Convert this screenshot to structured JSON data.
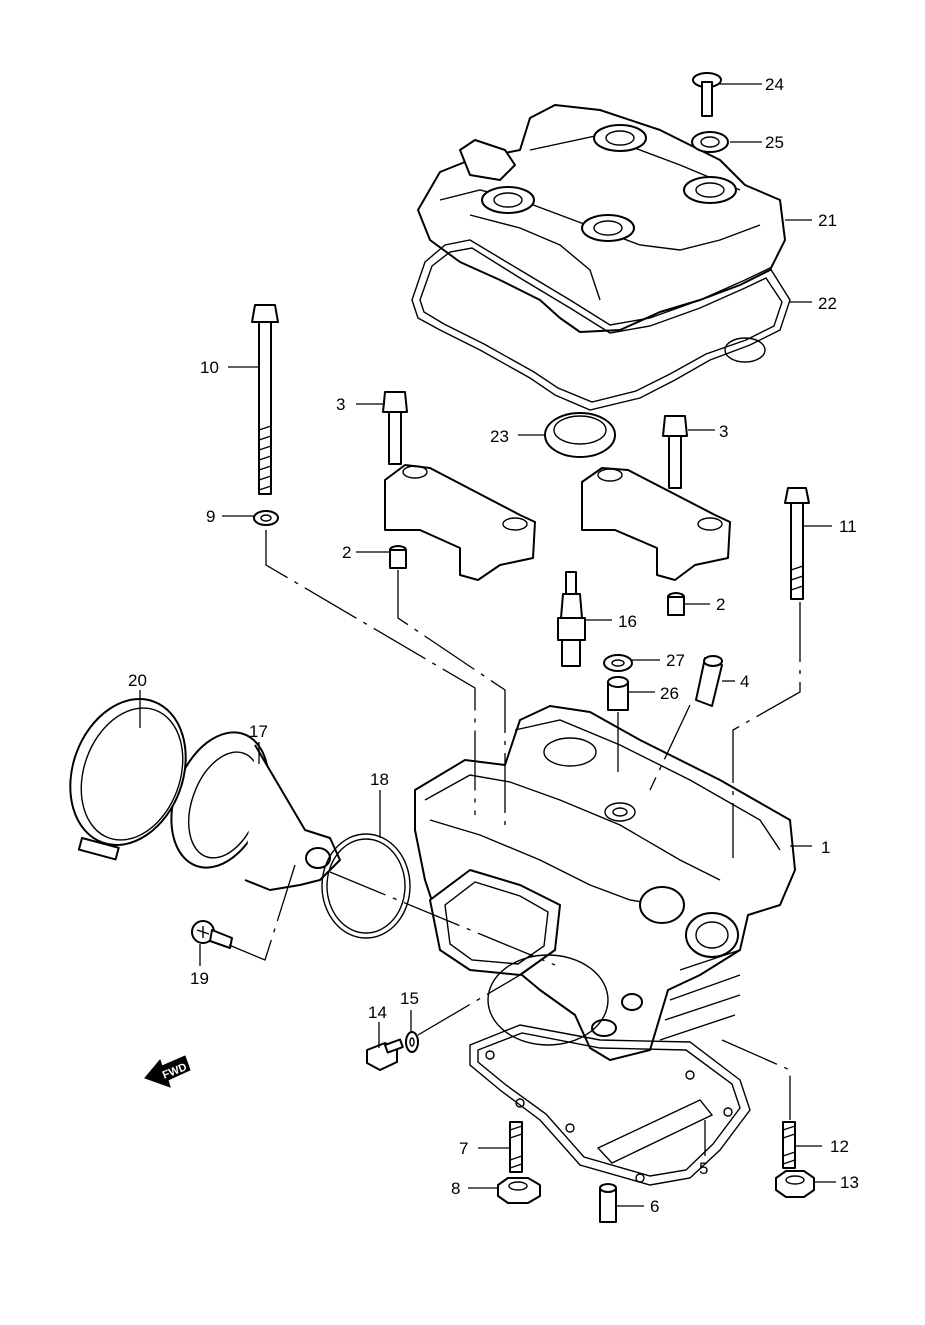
{
  "callouts": [
    {
      "id": "c1",
      "label": "1"
    },
    {
      "id": "c2a",
      "label": "2"
    },
    {
      "id": "c2b",
      "label": "2"
    },
    {
      "id": "c3a",
      "label": "3"
    },
    {
      "id": "c3b",
      "label": "3"
    },
    {
      "id": "c4",
      "label": "4"
    },
    {
      "id": "c5",
      "label": "5"
    },
    {
      "id": "c6",
      "label": "6"
    },
    {
      "id": "c7",
      "label": "7"
    },
    {
      "id": "c8",
      "label": "8"
    },
    {
      "id": "c9",
      "label": "9"
    },
    {
      "id": "c10",
      "label": "10"
    },
    {
      "id": "c11",
      "label": "11"
    },
    {
      "id": "c12",
      "label": "12"
    },
    {
      "id": "c13",
      "label": "13"
    },
    {
      "id": "c14",
      "label": "14"
    },
    {
      "id": "c15",
      "label": "15"
    },
    {
      "id": "c16",
      "label": "16"
    },
    {
      "id": "c17",
      "label": "17"
    },
    {
      "id": "c18",
      "label": "18"
    },
    {
      "id": "c19",
      "label": "19"
    },
    {
      "id": "c20",
      "label": "20"
    },
    {
      "id": "c21",
      "label": "21"
    },
    {
      "id": "c22",
      "label": "22"
    },
    {
      "id": "c23",
      "label": "23"
    },
    {
      "id": "c24",
      "label": "24"
    },
    {
      "id": "c25",
      "label": "25"
    },
    {
      "id": "c26",
      "label": "26"
    },
    {
      "id": "c27",
      "label": "27"
    }
  ],
  "fwd_arrow": {
    "label": "FWD",
    "icon": "forward-arrow-icon"
  }
}
